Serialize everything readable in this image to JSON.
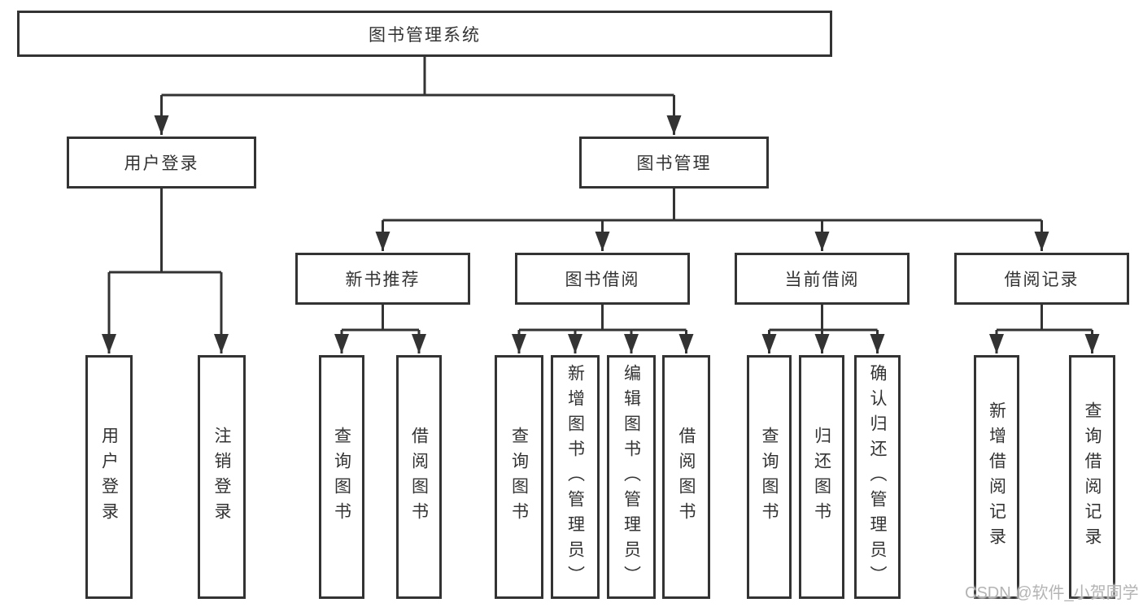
{
  "nodes": {
    "root": "图书管理系统",
    "user_login": "用户登录",
    "book_management": "图书管理",
    "l3": [
      "新书推荐",
      "图书借阅",
      "当前借阅",
      "借阅记录"
    ],
    "login_leaves": [
      "用户登录",
      "注销登录"
    ],
    "recommend_leaves": [
      "查询图书",
      "借阅图书"
    ],
    "borrow_leaves": [
      "查询图书",
      "新增图书（管理员）",
      "编辑图书（管理员）",
      "借阅图书"
    ],
    "current_leaves": [
      "查询图书",
      "归还图书",
      "确认归还（管理员）"
    ],
    "record_leaves": [
      "新增借阅记录",
      "查询借阅记录"
    ]
  },
  "watermark": "CSDN @软件_小贺同学",
  "colors": {
    "line": "#333333",
    "text": "#333333",
    "background": "#ffffff",
    "watermark": "#b4b4b4"
  }
}
